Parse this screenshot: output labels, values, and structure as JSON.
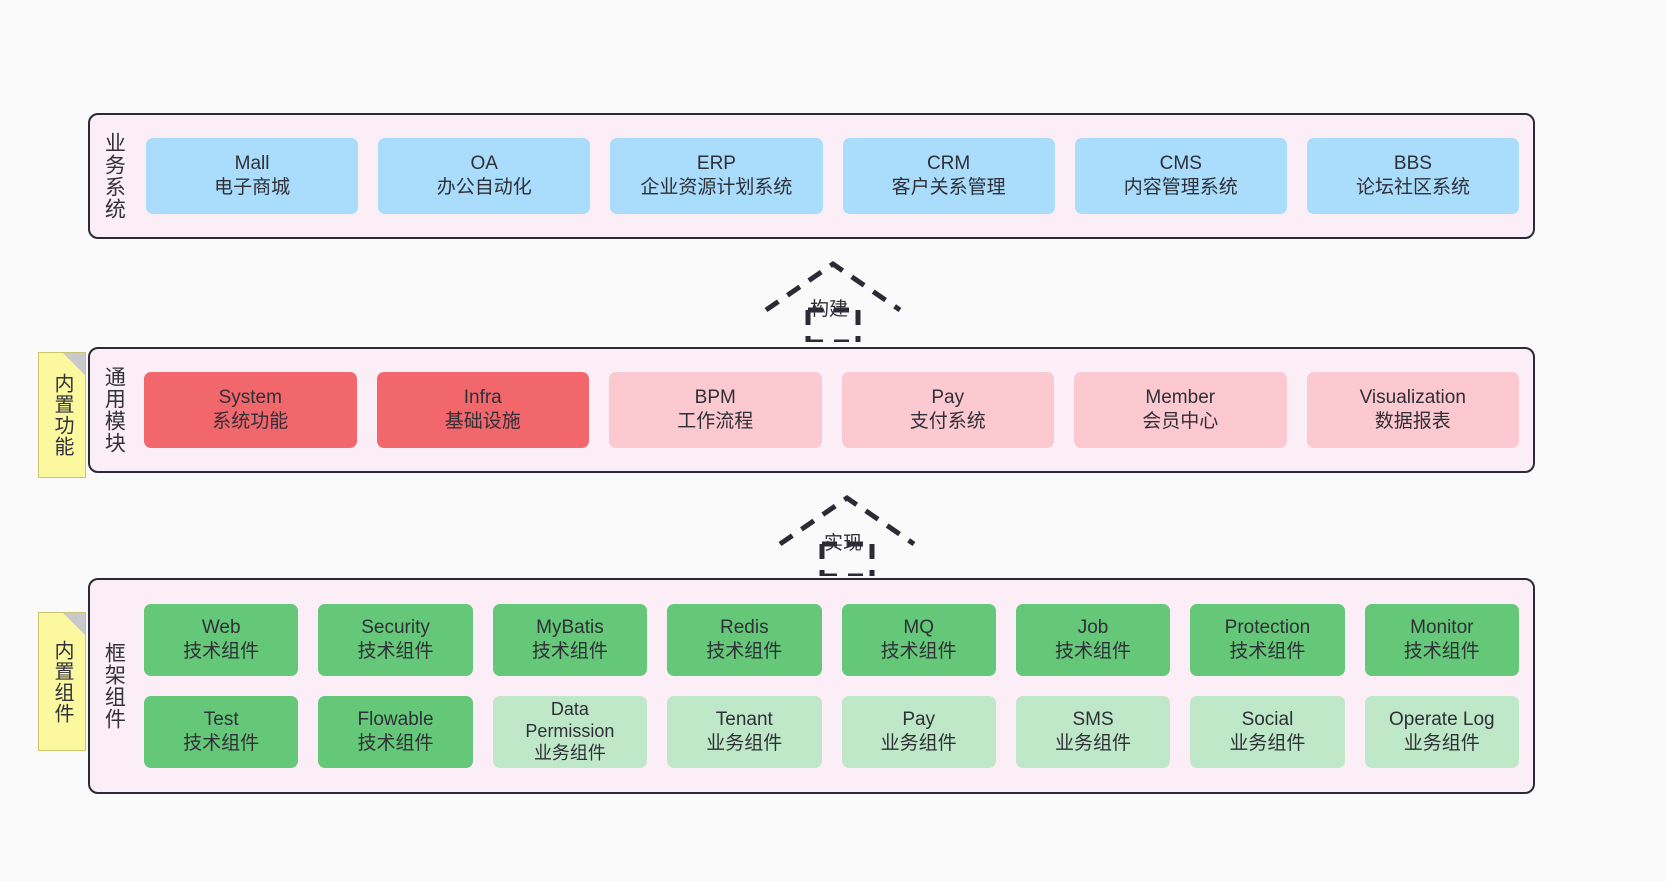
{
  "diagram": {
    "background": "#fafafa",
    "layers": [
      {
        "key": "business",
        "title": "业务系统",
        "color": "#aadcfb",
        "rows": [
          [
            {
              "en": "Mall",
              "cn": "电子商城"
            },
            {
              "en": "OA",
              "cn": "办公自动化"
            },
            {
              "en": "ERP",
              "cn": "企业资源计划系统"
            },
            {
              "en": "CRM",
              "cn": "客户关系管理"
            },
            {
              "en": "CMS",
              "cn": "内容管理系统"
            },
            {
              "en": "BBS",
              "cn": "论坛社区系统"
            }
          ]
        ]
      },
      {
        "key": "modules",
        "title": "通用模块",
        "colors": {
          "primary": "#f2676c",
          "secondary": "#fcc9d0"
        },
        "rows": [
          [
            {
              "en": "System",
              "cn": "系统功能"
            },
            {
              "en": "Infra",
              "cn": "基础设施"
            },
            {
              "en": "BPM",
              "cn": "工作流程"
            },
            {
              "en": "Pay",
              "cn": "支付系统"
            },
            {
              "en": "Member",
              "cn": "会员中心"
            },
            {
              "en": "Visualization",
              "cn": "数据报表"
            }
          ]
        ]
      },
      {
        "key": "framework",
        "title": "框架组件",
        "colors": {
          "primary": "#64c878",
          "secondary": "#bfe8c8"
        },
        "rows": [
          [
            {
              "en": "Web",
              "cn": "技术组件"
            },
            {
              "en": "Security",
              "cn": "技术组件"
            },
            {
              "en": "MyBatis",
              "cn": "技术组件"
            },
            {
              "en": "Redis",
              "cn": "技术组件"
            },
            {
              "en": "MQ",
              "cn": "技术组件"
            },
            {
              "en": "Job",
              "cn": "技术组件"
            },
            {
              "en": "Protection",
              "cn": "技术组件"
            },
            {
              "en": "Monitor",
              "cn": "技术组件"
            }
          ],
          [
            {
              "en": "Test",
              "cn": "技术组件"
            },
            {
              "en": "Flowable",
              "cn": "技术组件"
            },
            {
              "en": "Data",
              "en2": "Permission",
              "cn": "业务组件"
            },
            {
              "en": "Tenant",
              "cn": "业务组件"
            },
            {
              "en": "Pay",
              "cn": "业务组件"
            },
            {
              "en": "SMS",
              "cn": "业务组件"
            },
            {
              "en": "Social",
              "cn": "业务组件"
            },
            {
              "en": "Operate Log",
              "cn": "业务组件"
            }
          ]
        ]
      }
    ],
    "notes": [
      {
        "key": "builtin-features",
        "text": "内置功能",
        "color": "#fbf8a0"
      },
      {
        "key": "builtin-components",
        "text": "内置组件",
        "color": "#fbf8a0"
      }
    ],
    "arrows": [
      {
        "key": "build",
        "label": "构建",
        "style": "dashed-hollow-triangle-up"
      },
      {
        "key": "implement",
        "label": "实现",
        "style": "dashed-hollow-triangle-up"
      }
    ]
  }
}
